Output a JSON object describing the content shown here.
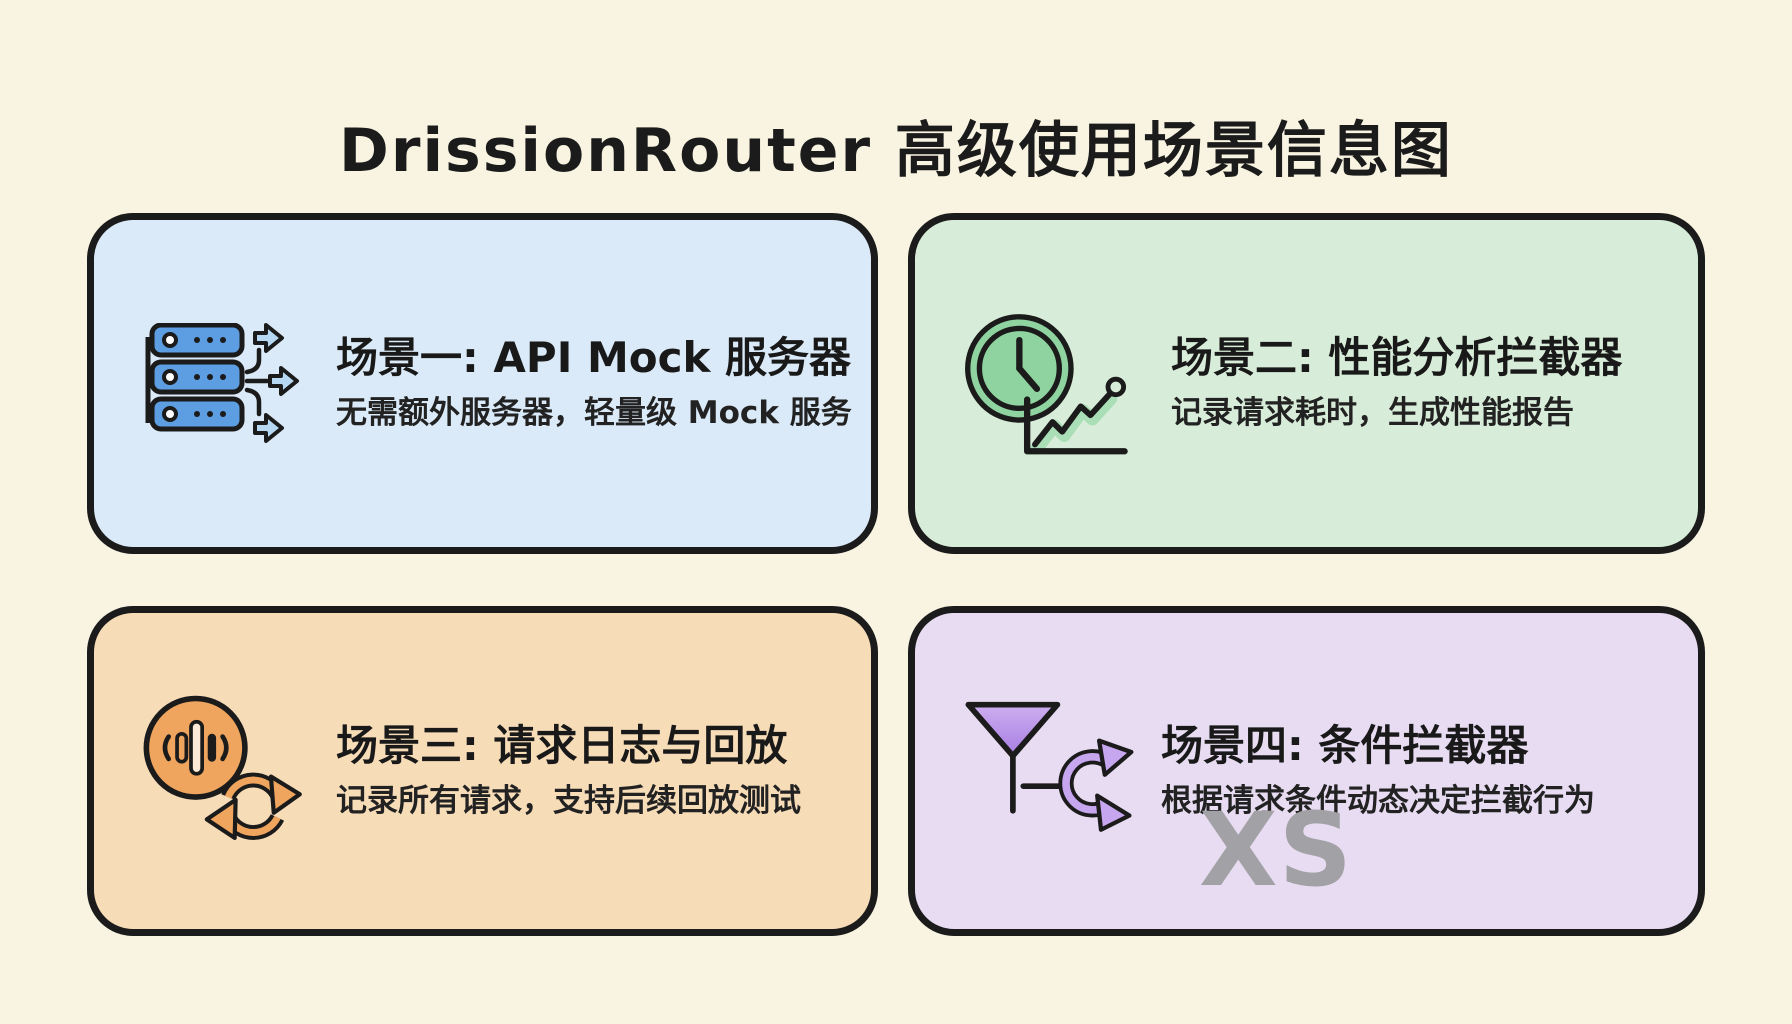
{
  "page": {
    "title": "DrissionRouter 高级使用场景信息图",
    "background_color": "#f8f4e1",
    "border_color": "#1b1b1b",
    "text_color": "#1c1c1c",
    "watermark": "XS",
    "watermark_color": "#a2a2a6"
  },
  "cards": [
    {
      "id": "scenario-1",
      "title": "场景一: API Mock 服务器",
      "subtitle": "无需额外服务器，轻量级 Mock 服务",
      "icon": "server-branch-icon",
      "bg": "#dbeaf8",
      "icon_colors": [
        "#5d9ee3",
        "#b6d8f2"
      ]
    },
    {
      "id": "scenario-2",
      "title": "场景二: 性能分析拦截器",
      "subtitle": "记录请求耗时，生成性能报告",
      "icon": "clock-chart-icon",
      "bg": "#d8edd9",
      "icon_colors": [
        "#8fd3a0"
      ]
    },
    {
      "id": "scenario-3",
      "title": "场景三: 请求日志与回放",
      "subtitle": "记录所有请求，支持后续回放测试",
      "icon": "audio-replay-icon",
      "bg": "#f7dcb8",
      "icon_colors": [
        "#f0a55e"
      ]
    },
    {
      "id": "scenario-4",
      "title": "场景四: 条件拦截器",
      "subtitle": "根据请求条件动态决定拦截行为",
      "icon": "funnel-branch-icon",
      "bg": "#e8dcf2",
      "icon_colors": [
        "#b78ae6",
        "#c6a6ee"
      ]
    }
  ]
}
